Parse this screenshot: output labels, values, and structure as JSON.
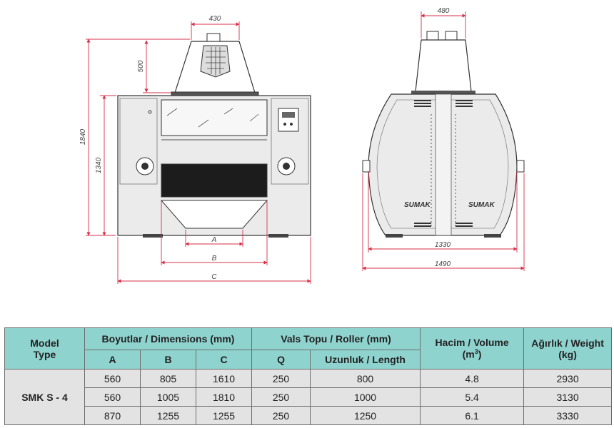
{
  "drawing": {
    "front_view": {
      "dimensions": {
        "hood_width": "430",
        "hood_height": "500",
        "total_height": "1840",
        "body_height": "1340",
        "dim_a": "A",
        "dim_b": "B",
        "dim_c": "C"
      }
    },
    "side_view": {
      "dimensions": {
        "hood_width": "480",
        "inner_width": "1330",
        "total_width": "1490"
      },
      "logo_text": "SUMAK"
    }
  },
  "table": {
    "header": {
      "model": "Model",
      "type": "Type",
      "dimensions": "Boyutlar / Dimensions (mm)",
      "rollers": "Vals Topu / Roller (mm)",
      "volume": "Hacim / Volume",
      "volume_unit_prefix": "(m",
      "volume_unit_sup": "3",
      "volume_unit_suffix": ")",
      "weight": "Ağırlık / Weight",
      "weight_unit": "(kg)",
      "col_a": "A",
      "col_b": "B",
      "col_c": "C",
      "col_q": "Q",
      "col_length": "Uzunluk / Length"
    },
    "model_name": "SMK S - 4",
    "rows": [
      {
        "a": "560",
        "b": "805",
        "c": "1610",
        "q": "250",
        "length": "800",
        "volume": "4.8",
        "weight": "2930"
      },
      {
        "a": "560",
        "b": "1005",
        "c": "1810",
        "q": "250",
        "length": "1000",
        "volume": "5.4",
        "weight": "3130"
      },
      {
        "a": "870",
        "b": "1255",
        "c": "1255",
        "q": "250",
        "length": "1250",
        "volume": "6.1",
        "weight": "3330"
      }
    ]
  },
  "colors": {
    "dimension_line": "#d6324a",
    "header_bg": "#8fd3cf",
    "row_bg": "#e3e3e3",
    "outline": "#333333"
  }
}
